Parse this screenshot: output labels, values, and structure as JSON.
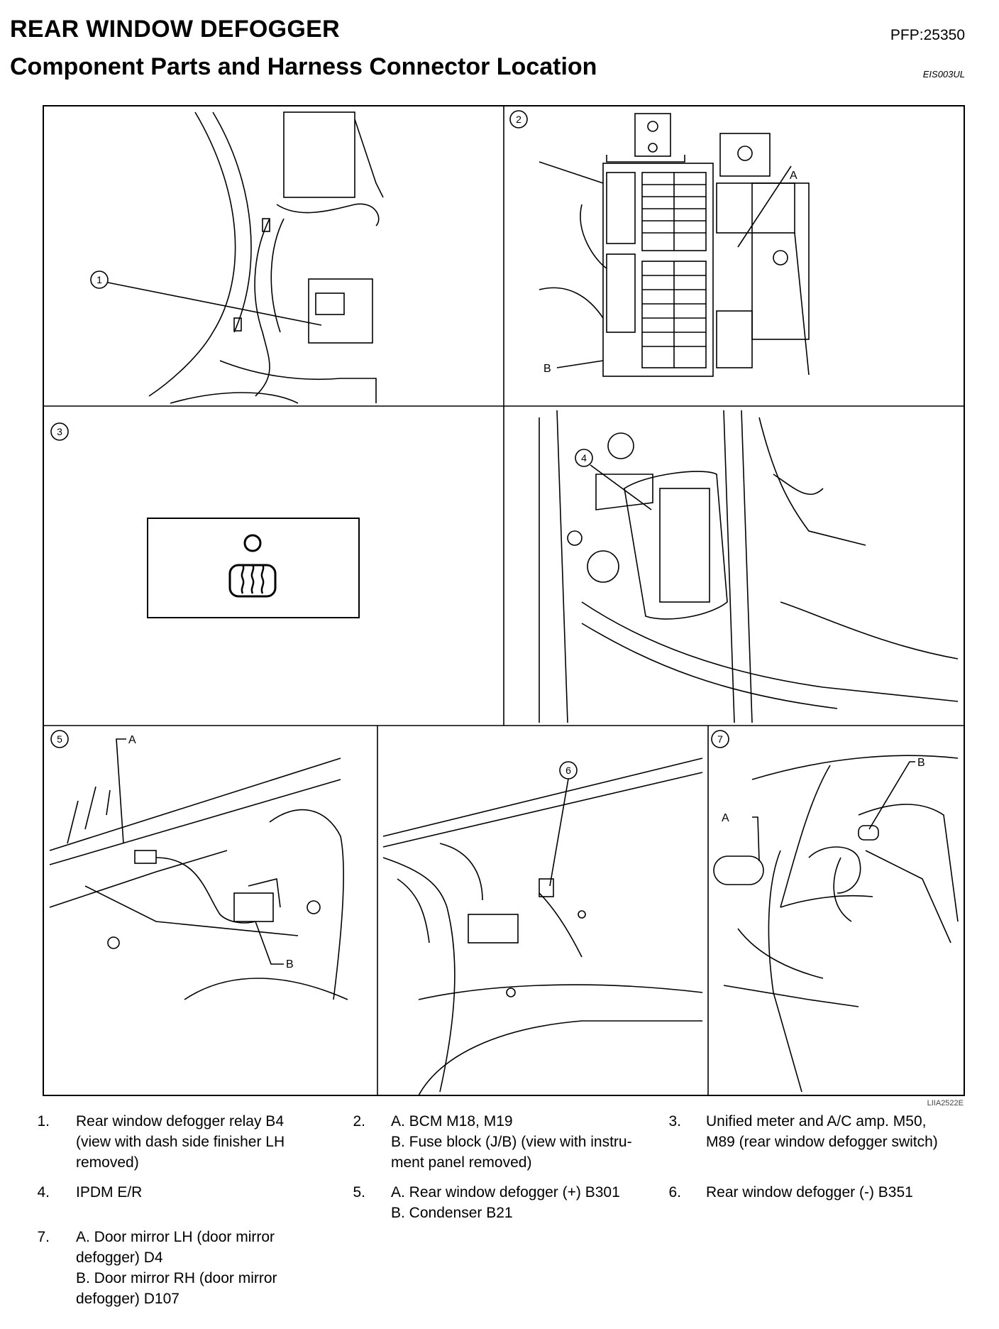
{
  "header": {
    "title": "REAR WINDOW DEFOGGER",
    "subtitle": "Component Parts and Harness Connector Location",
    "pfp": "PFP:25350",
    "section_code": "EIS003UL"
  },
  "figure": {
    "id": "LIIA2522E",
    "panel_numbers": [
      "1",
      "2",
      "3",
      "4",
      "5",
      "6",
      "7"
    ],
    "callout_A": "A",
    "callout_B": "B"
  },
  "legend": [
    {
      "num": "1.",
      "lines": [
        "Rear window defogger relay B4",
        "(view with dash side finisher LH",
        "removed)"
      ]
    },
    {
      "num": "2.",
      "lines": [
        "A. BCM M18, M19",
        "B. Fuse block (J/B) (view with instru-",
        "ment panel removed)"
      ]
    },
    {
      "num": "3.",
      "lines": [
        "Unified meter and A/C amp. M50,",
        "M89 (rear window defogger switch)"
      ]
    },
    {
      "num": "4.",
      "lines": [
        "IPDM E/R"
      ]
    },
    {
      "num": "5.",
      "lines": [
        "A. Rear window defogger (+) B301",
        "B. Condenser B21"
      ]
    },
    {
      "num": "6.",
      "lines": [
        "Rear window defogger (-) B351"
      ]
    },
    {
      "num": "7.",
      "lines": [
        "A. Door mirror LH (door mirror",
        "defogger) D4",
        "B. Door mirror RH (door mirror",
        "defogger) D107"
      ]
    }
  ]
}
